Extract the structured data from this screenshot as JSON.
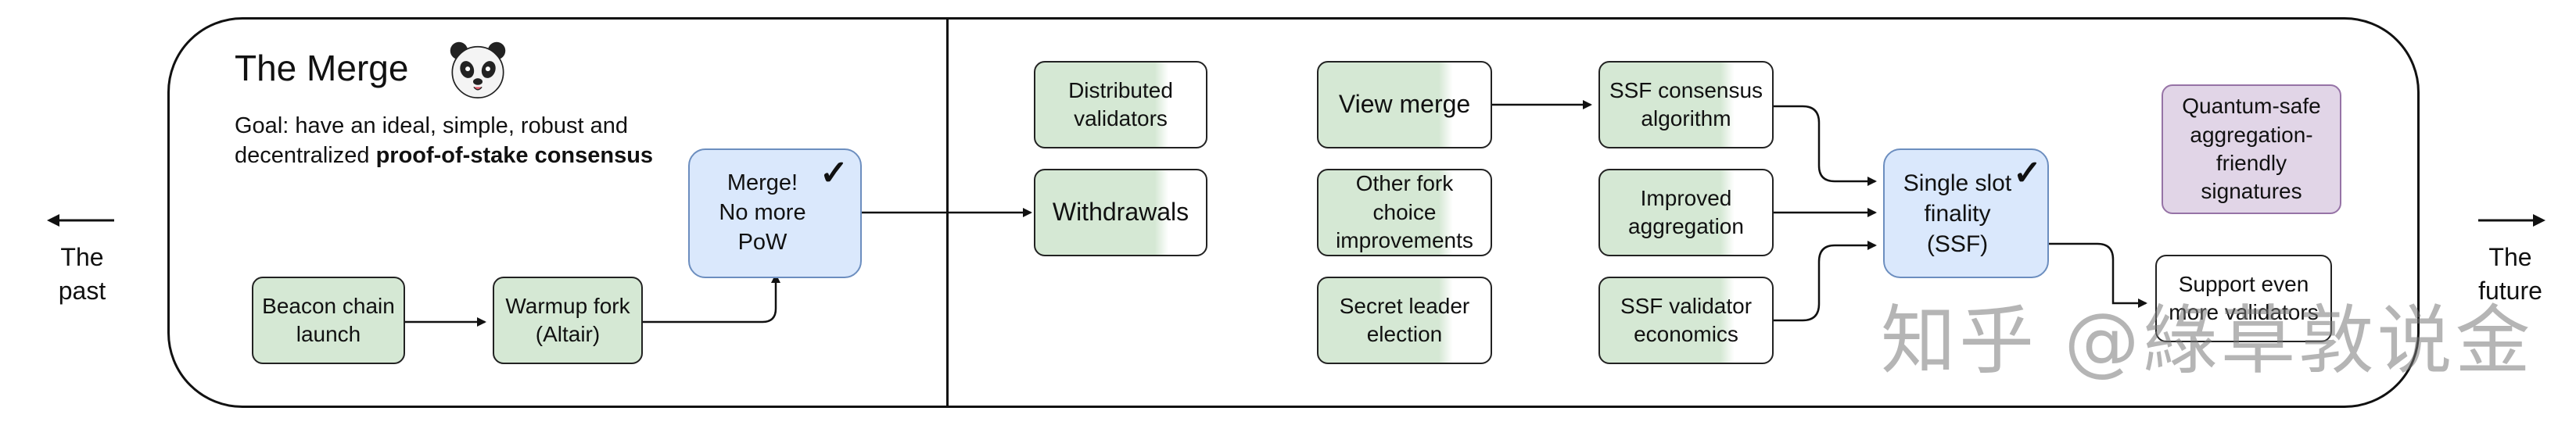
{
  "title": "The Merge",
  "goal_prefix": "Goal: have an ideal, simple, robust and decentralized ",
  "goal_bold": "proof-of-stake consensus",
  "left_label": "The past",
  "right_label": "The future",
  "nodes": {
    "beacon": "Beacon chain launch",
    "warmup": "Warmup fork (Altair)",
    "merge": "Merge!\nNo more\nPoW",
    "distributed": "Distributed validators",
    "withdrawals": "Withdrawals",
    "view_merge": "View merge",
    "other_fork": "Other fork choice improvements",
    "secret_leader": "Secret leader election",
    "ssf_consensus": "SSF consensus algorithm",
    "improved_agg": "Improved aggregation",
    "ssf_validator": "SSF validator economics",
    "ssf": "Single slot finality (SSF)",
    "quantum": "Quantum-safe aggregation-friendly signatures",
    "support_even": "Support even more validators"
  },
  "check_mark": "✓",
  "watermark": "知乎 @綠草敦说金",
  "colors": {
    "green_fill": "#d5e8d4",
    "blue_fill": "#dae8fc",
    "blue_border": "#6c8ebf",
    "purple_fill": "#e1d5e7",
    "purple_border": "#9673a6"
  },
  "icons": [
    "panda-icon",
    "check-icon",
    "arrow-left-icon",
    "arrow-right-icon"
  ]
}
